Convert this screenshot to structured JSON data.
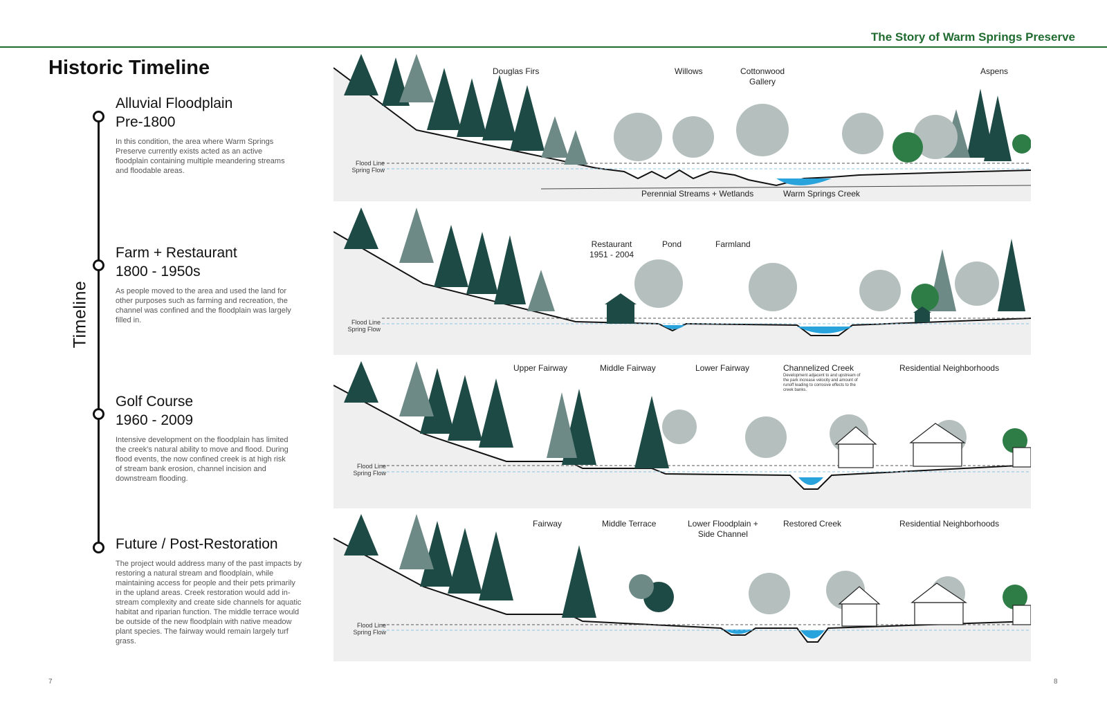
{
  "header": {
    "title": "The Story of Warm Springs Preserve"
  },
  "page_title": "Historic Timeline",
  "timeline_label": "Timeline",
  "eras": [
    {
      "title_line1": "Alluvial Floodplain",
      "title_line2": "Pre-1800",
      "description": "In this condition, the area where Warm Springs Preserve currently exists acted as an active floodplain containing multiple meandering streams and floodable areas."
    },
    {
      "title_line1": "Farm + Restaurant",
      "title_line2": "1800 - 1950s",
      "description": "As people moved to the area and used the land for other purposes such as farming and recreation, the channel was confined and the floodplain was largely filled in."
    },
    {
      "title_line1": "Golf Course",
      "title_line2": "1960 - 2009",
      "description": "Intensive development on the floodplain has limited the creek's natural ability to move and flood. During flood events, the now confined creek is at high risk of stream bank erosion, channel incision and downstream flooding."
    },
    {
      "title_line1": "Future / Post-Restoration",
      "title_line2": "",
      "description": "The project would address many of the past impacts by restoring a natural stream and floodplain, while maintaining access for people and their pets primarily in the upland areas. Creek restoration would add in-stream complexity and create side channels for aquatic habitat and riparian function. The middle terrace would be outside of the new floodplain with native meadow plant species. The fairway would remain largely turf grass."
    }
  ],
  "sections": [
    {
      "labels": {
        "douglas_firs": "Douglas Firs",
        "willows": "Willows",
        "cottonwood": "Cottonwood\nGallery",
        "aspens": "Aspens",
        "streams": "Perennial Streams + Wetlands",
        "creek": "Warm Springs Creek"
      },
      "flood_line": "Flood Line",
      "spring_flow": "Spring Flow"
    },
    {
      "labels": {
        "restaurant": "Restaurant\n1951 - 2004",
        "pond": "Pond",
        "farmland": "Farmland"
      },
      "flood_line": "Flood Line",
      "spring_flow": "Spring Flow"
    },
    {
      "labels": {
        "upper_fairway": "Upper Fairway",
        "middle_fairway": "Middle Fairway",
        "lower_fairway": "Lower Fairway",
        "channelized_creek": "Channelized Creek",
        "residential": "Residential Neighborhoods"
      },
      "note": "Development adjacent to and upstream of the park increase velocity and amount of runoff leading to corrosive effects to the creek banks.",
      "flood_line": "Flood Line",
      "spring_flow": "Spring Flow"
    },
    {
      "labels": {
        "fairway": "Fairway",
        "middle_terrace": "Middle Terrace",
        "lower_floodplain": "Lower Floodplain +\nSide Channel",
        "restored_creek": "Restored Creek",
        "residential": "Residential Neighborhoods"
      },
      "flood_line": "Flood Line",
      "spring_flow": "Spring Flow"
    }
  ],
  "page_numbers": {
    "left": "7",
    "right": "8"
  },
  "colors": {
    "brand_green": "#1f6b30",
    "tree_dark": "#1e4a45",
    "tree_mid": "#5f7f7c",
    "tree_light": "#a9b6b4",
    "water": "#29a3dc"
  }
}
